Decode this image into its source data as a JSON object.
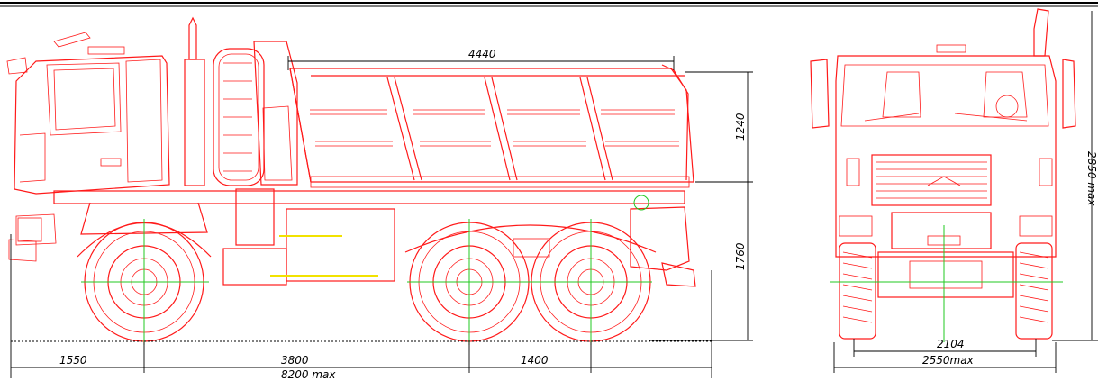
{
  "colors": {
    "drawing": "#ff1a1a",
    "centerlines": "#22c922",
    "dimensions": "#000000",
    "highlight": "#f2e200"
  },
  "dimensions": {
    "body_length": "4440",
    "body_height": "1240",
    "frame_height": "1760",
    "front_overhang": "1550",
    "wheelbase": "3800",
    "rear_axle_spacing": "1400",
    "overall_length": "8200 max",
    "track_width": "2104",
    "overall_width": "2550max",
    "overall_height": "2850 max"
  }
}
